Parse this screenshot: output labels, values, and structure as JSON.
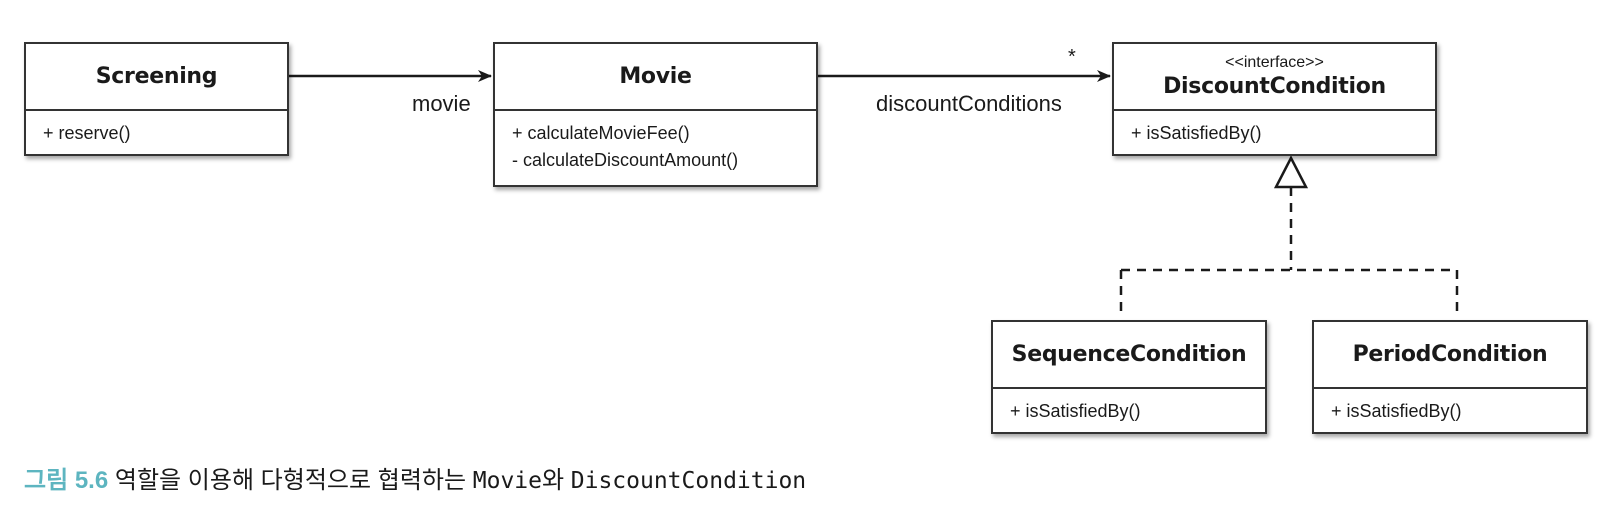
{
  "diagram": {
    "classes": {
      "screening": {
        "name": "Screening",
        "operations": [
          "+ reserve()"
        ]
      },
      "movie": {
        "name": "Movie",
        "operations": [
          "+ calculateMovieFee()",
          "- calculateDiscountAmount()"
        ]
      },
      "discount_condition": {
        "stereotype": "<<interface>>",
        "name": "DiscountCondition",
        "operations": [
          "+ isSatisfiedBy()"
        ]
      },
      "sequence_condition": {
        "name": "SequenceCondition",
        "operations": [
          "+ isSatisfiedBy()"
        ]
      },
      "period_condition": {
        "name": "PeriodCondition",
        "operations": [
          "+ isSatisfiedBy()"
        ]
      }
    },
    "associations": [
      {
        "from": "Screening",
        "to": "Movie",
        "role": "movie"
      },
      {
        "from": "Movie",
        "to": "DiscountCondition",
        "role": "discountConditions",
        "multiplicity": "*"
      }
    ],
    "realizations": [
      {
        "from": "SequenceCondition",
        "to": "DiscountCondition"
      },
      {
        "from": "PeriodCondition",
        "to": "DiscountCondition"
      }
    ]
  },
  "caption": {
    "figure_number": "그림 5.6",
    "text_before": " 역할을 이용해 다형적으로 협력하는 ",
    "code_1": "Movie",
    "text_middle": "와 ",
    "code_2": "DiscountCondition"
  },
  "colors": {
    "line": "#1a1a1a",
    "box_border": "#333333",
    "caption_accent": "#5db5c0"
  }
}
